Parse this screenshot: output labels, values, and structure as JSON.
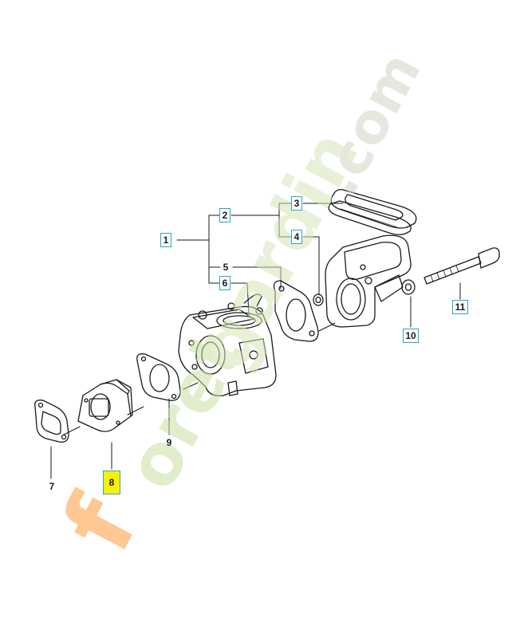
{
  "callouts": {
    "p1": "1",
    "p2": "2",
    "p3": "3",
    "p4": "4",
    "p5": "5",
    "p6": "6",
    "p7": "7",
    "p8": "8",
    "p9": "9",
    "p10": "10",
    "p11": "11"
  },
  "highlighted_part": "8",
  "watermark": {
    "text": "foretgardin.com",
    "colors": [
      "#ff9a3a",
      "#b8d98a",
      "#d4e4b0"
    ]
  },
  "colors": {
    "callout_border": "#2aa6c8",
    "highlight_fill": "#f7f10a",
    "line": "#1a1a1a"
  }
}
